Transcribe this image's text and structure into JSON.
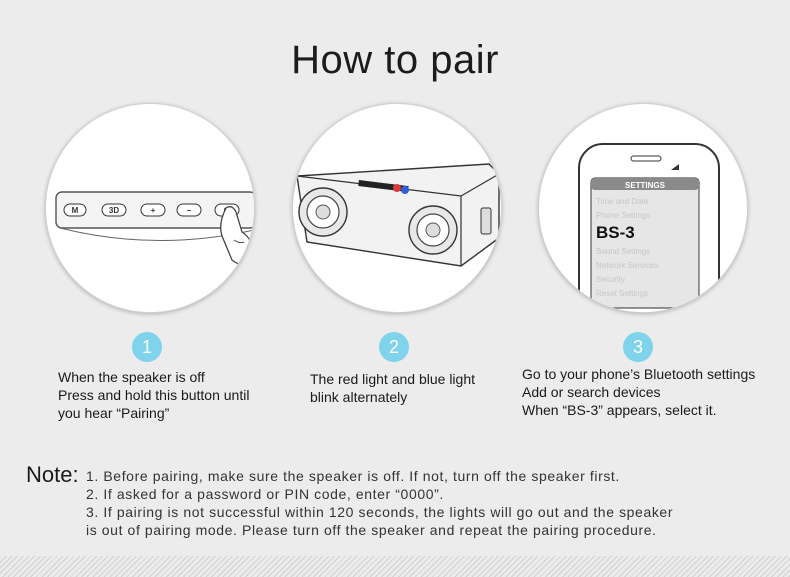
{
  "title": "How to pair",
  "steps": [
    {
      "number": "1",
      "lines": [
        "When the speaker is off",
        "Press and hold this button until",
        "you hear “Pairing”"
      ]
    },
    {
      "number": "2",
      "lines": [
        "The red light and blue light",
        "blink alternately"
      ]
    },
    {
      "number": "3",
      "lines": [
        "Go to your phone’s Bluetooth settings",
        "Add or search devices",
        "When “BS-3” appears, select it."
      ]
    }
  ],
  "buttons": [
    "M",
    "3D",
    "+",
    "−",
    "⏻"
  ],
  "phone": {
    "header": "SETTINGS",
    "items_before": [
      "Time and Date",
      "Phone Settings"
    ],
    "highlight": "BS-3",
    "items_after": [
      "Sound Settings",
      "Network Services",
      "Security",
      "Reset Settings"
    ]
  },
  "note": {
    "label": "Note:",
    "lines": [
      "1. Before pairing, make sure the speaker is off. If not, turn off the speaker first.",
      "2. If asked for a password or PIN code, enter “0000”.",
      "3. If pairing is not successful within 120 seconds, the lights will go out and the speaker",
      "is out of pairing mode. Please turn off the speaker and repeat the pairing procedure."
    ]
  },
  "colors": {
    "step_badge": "#7fd3ea",
    "red_light": "#e03a3a",
    "blue_light": "#2f5fd8"
  }
}
